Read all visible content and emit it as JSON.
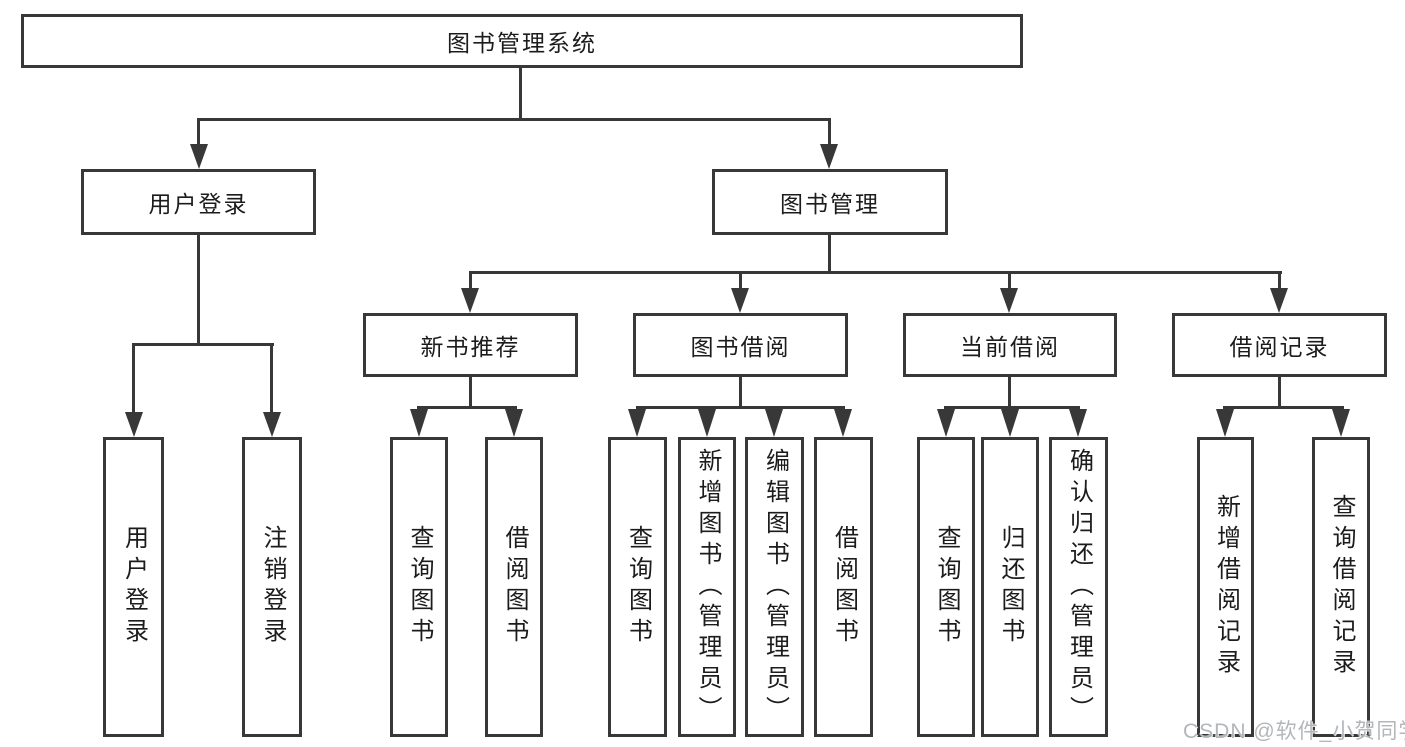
{
  "diagram": {
    "root": {
      "label": "图书管理系统"
    },
    "branches": [
      {
        "label": "用户登录",
        "children": [
          {
            "label": "用户登录"
          },
          {
            "label": "注销登录"
          }
        ]
      },
      {
        "label": "图书管理",
        "sections": [
          {
            "label": "新书推荐",
            "children": [
              {
                "label": "查询图书"
              },
              {
                "label": "借阅图书"
              }
            ]
          },
          {
            "label": "图书借阅",
            "children": [
              {
                "label": "查询图书"
              },
              {
                "label": "新增图书（管理员）"
              },
              {
                "label": "编辑图书（管理员）"
              },
              {
                "label": "借阅图书"
              }
            ]
          },
          {
            "label": "当前借阅",
            "children": [
              {
                "label": "查询图书"
              },
              {
                "label": "归还图书"
              },
              {
                "label": "确认归还（管理员）"
              }
            ]
          },
          {
            "label": "借阅记录",
            "children": [
              {
                "label": "新增借阅记录"
              },
              {
                "label": "查询借阅记录"
              }
            ]
          }
        ]
      }
    ]
  },
  "watermark": {
    "text": "CSDN @软件_小贺同学"
  },
  "colors": {
    "line": "#383838",
    "box_border": "#383838",
    "box_fill": "#ffffff",
    "text": "#1c1c1c",
    "watermark": "#b3b6ba"
  }
}
